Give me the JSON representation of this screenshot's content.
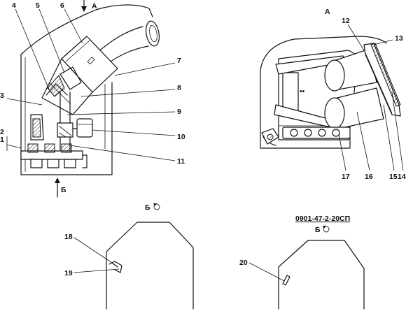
{
  "callouts": {
    "c1": "1",
    "c2": "2",
    "c3": "3",
    "c4": "4",
    "c5": "5",
    "c6": "6",
    "c7": "7",
    "c8": "8",
    "c9": "9",
    "c10": "10",
    "c11": "11",
    "c12": "12",
    "c13": "13",
    "c14": "14",
    "c15": "15",
    "c16": "16",
    "c17": "17",
    "c18": "18",
    "c19": "19",
    "c20": "20"
  },
  "views": {
    "arrow_a": "А",
    "arrow_b": "Б",
    "view_a_title": "А",
    "view_b1_title": "Б",
    "view_b2_title": "Б"
  },
  "drawing_code": "0901-47-2-20СП"
}
